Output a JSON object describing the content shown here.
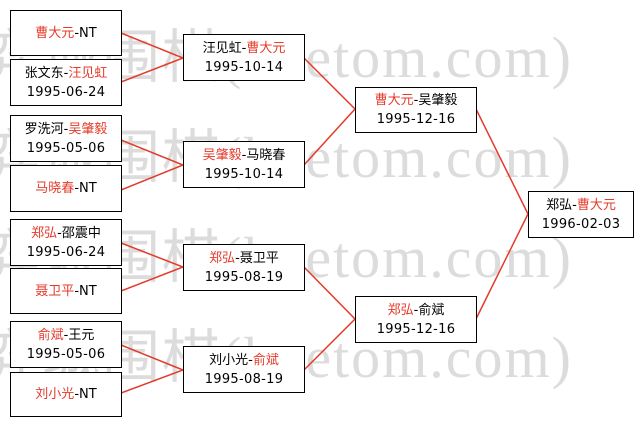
{
  "colors": {
    "winner": "#e53a2a",
    "connector": "#e53a2a",
    "border": "#000000",
    "text": "#000000",
    "watermark": "#dcdcdc"
  },
  "watermark": {
    "text": "弈城围棋(hoetom.com)"
  },
  "round1": [
    {
      "p1": "曹大元",
      "sep": "-",
      "p2": "NT",
      "winner": "p1",
      "date": ""
    },
    {
      "p1": "张文东",
      "sep": "-",
      "p2": "汪见虹",
      "winner": "p2",
      "date": "1995-06-24"
    },
    {
      "p1": "罗洗河",
      "sep": "-",
      "p2": "吴肇毅",
      "winner": "p2",
      "date": "1995-05-06"
    },
    {
      "p1": "马晓春",
      "sep": "-",
      "p2": "NT",
      "winner": "p1",
      "date": ""
    },
    {
      "p1": "郑弘",
      "sep": "-",
      "p2": "邵震中",
      "winner": "p1",
      "date": "1995-06-24"
    },
    {
      "p1": "聂卫平",
      "sep": "-",
      "p2": "NT",
      "winner": "p1",
      "date": ""
    },
    {
      "p1": "俞斌",
      "sep": "-",
      "p2": "王元",
      "winner": "p1",
      "date": "1995-05-06"
    },
    {
      "p1": "刘小光",
      "sep": "-",
      "p2": "NT",
      "winner": "p1",
      "date": ""
    }
  ],
  "round2": [
    {
      "p1": "汪见虹",
      "sep": "-",
      "p2": "曹大元",
      "winner": "p2",
      "date": "1995-10-14"
    },
    {
      "p1": "吴肇毅",
      "sep": "-",
      "p2": "马晓春",
      "winner": "p1",
      "date": "1995-10-14"
    },
    {
      "p1": "郑弘",
      "sep": "-",
      "p2": "聂卫平",
      "winner": "p1",
      "date": "1995-08-19"
    },
    {
      "p1": "刘小光",
      "sep": "-",
      "p2": "俞斌",
      "winner": "p2",
      "date": "1995-08-19"
    }
  ],
  "round3": [
    {
      "p1": "曹大元",
      "sep": "-",
      "p2": "吴肇毅",
      "winner": "p1",
      "date": "1995-12-16"
    },
    {
      "p1": "郑弘",
      "sep": "-",
      "p2": "俞斌",
      "winner": "p1",
      "date": "1995-12-16"
    }
  ],
  "final": [
    {
      "p1": "郑弘",
      "sep": "-",
      "p2": "曹大元",
      "winner": "p2",
      "date": "1996-02-03"
    }
  ]
}
